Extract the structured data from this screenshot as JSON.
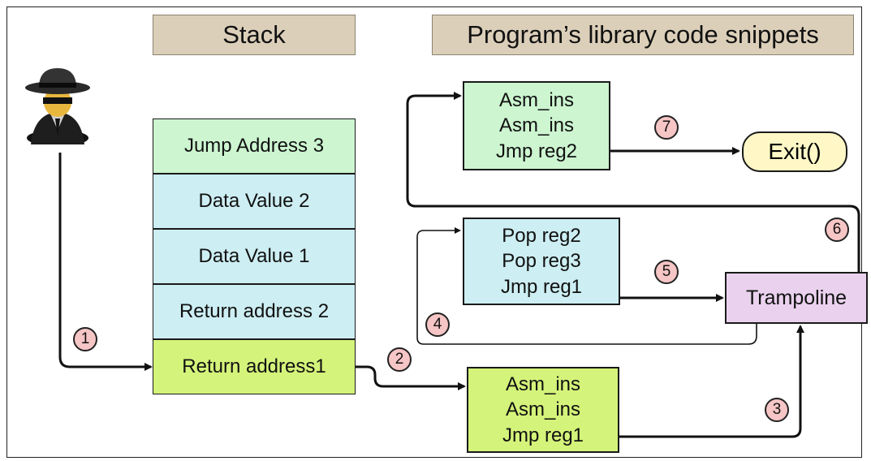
{
  "headers": {
    "stack": "Stack",
    "library": "Program’s library code snippets"
  },
  "stack": [
    "Jump Address 3",
    "Data Value 2",
    "Data Value 1",
    "Return address 2",
    "Return address1"
  ],
  "gadgets": {
    "top": [
      "Asm_ins",
      "Asm_ins",
      "Jmp reg2"
    ],
    "middle": [
      "Pop reg2",
      "Pop reg3",
      "Jmp reg1"
    ],
    "bottom": [
      "Asm_ins",
      "Asm_ins",
      "Jmp reg1"
    ]
  },
  "trampoline": "Trampoline",
  "exit": "Exit()",
  "steps": [
    "1",
    "2",
    "3",
    "4",
    "5",
    "6",
    "7"
  ],
  "icons": {
    "attacker": "spy-hat-icon"
  }
}
